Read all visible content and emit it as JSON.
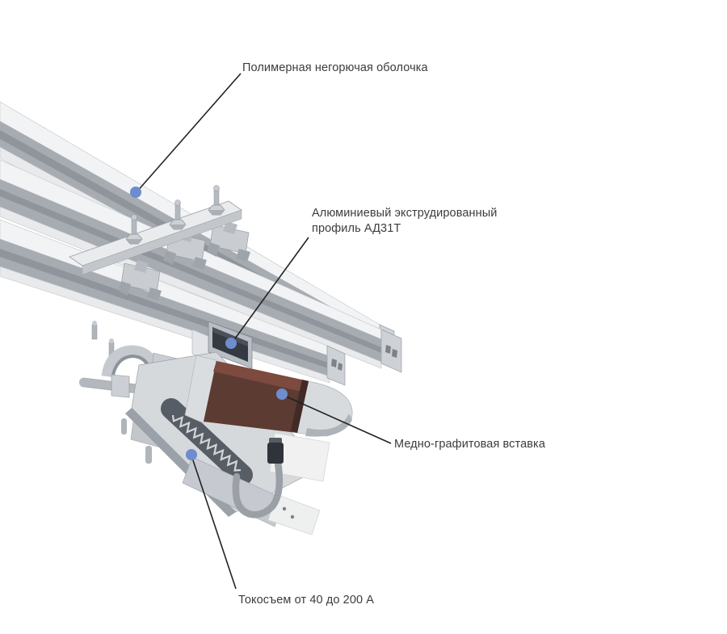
{
  "diagram": {
    "background_color": "#ffffff",
    "marker_color": "#6e8cce",
    "leader_color": "#222222",
    "text_color": "#3c3c3c",
    "insert_color": "#5c3b33",
    "insert_highlight_color": "#7c4a3e",
    "rail_colors": {
      "top": "#f2f3f4",
      "side": "#a7acb2",
      "groove": "#8f959b",
      "bottom": "#e9eaeb",
      "end_face": "#ced2d7"
    },
    "labels": {
      "shell": {
        "text": "Полимерная негорючая оболочка"
      },
      "profile": {
        "line1": "Алюминиевый экструдированный",
        "line2": "профиль АД31Т"
      },
      "insert": {
        "text": "Медно-графитовая вставка"
      },
      "collector": {
        "text": "Токосъем от 40 до 200 А"
      }
    }
  }
}
